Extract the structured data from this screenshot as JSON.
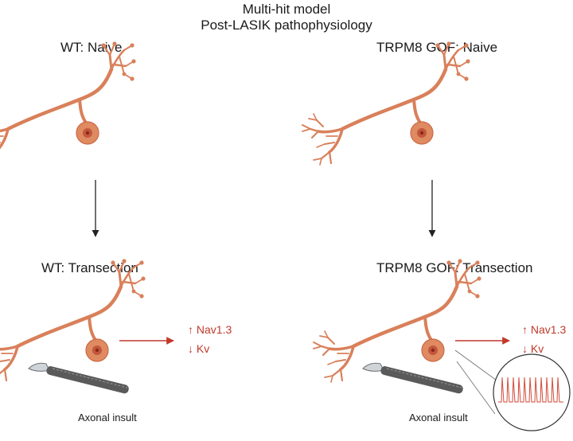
{
  "title": {
    "line1": "Multi-hit model",
    "line2": "Post-LASIK pathophysiology"
  },
  "panels": {
    "wt_naive": "WT: Naive",
    "trpm8_naive": "TRPM8 GOF: Naive",
    "wt_transection": "WT: Transection",
    "trpm8_transection": "TRPM8 GOF: Transection"
  },
  "markers": {
    "up": "Nav1.3",
    "down": "Kv",
    "up_arrow": "↑",
    "down_arrow": "↓"
  },
  "caption": "Axonal insult",
  "colors": {
    "neuron": "#d9805a",
    "neuron_dark": "#c96a45",
    "nucleus": "#b24a32",
    "arrow_red": "#c0392b",
    "scalpel": "#555555"
  }
}
